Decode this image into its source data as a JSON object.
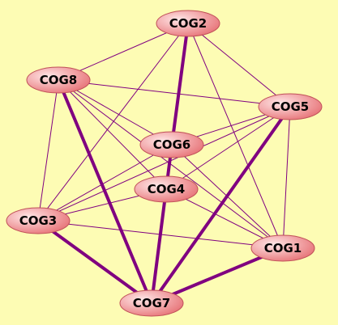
{
  "colors": {
    "background": "#FDFCB4",
    "edge": "#800080",
    "node_fill_light": "#FFE6E6",
    "node_fill_dark": "#E8787C",
    "node_stroke": "#C05058"
  },
  "nodes": [
    {
      "id": "COG2",
      "label": "COG2"
    },
    {
      "id": "COG8",
      "label": "COG8"
    },
    {
      "id": "COG5",
      "label": "COG5"
    },
    {
      "id": "COG6",
      "label": "COG6"
    },
    {
      "id": "COG4",
      "label": "COG4"
    },
    {
      "id": "COG3",
      "label": "COG3"
    },
    {
      "id": "COG1",
      "label": "COG1"
    },
    {
      "id": "COG7",
      "label": "COG7"
    }
  ],
  "edges": [
    {
      "source": "COG2",
      "target": "COG8",
      "strong": false
    },
    {
      "source": "COG2",
      "target": "COG5",
      "strong": false
    },
    {
      "source": "COG2",
      "target": "COG6",
      "strong": true
    },
    {
      "source": "COG2",
      "target": "COG3",
      "strong": false
    },
    {
      "source": "COG2",
      "target": "COG1",
      "strong": false
    },
    {
      "source": "COG8",
      "target": "COG5",
      "strong": false
    },
    {
      "source": "COG8",
      "target": "COG6",
      "strong": false
    },
    {
      "source": "COG8",
      "target": "COG4",
      "strong": false
    },
    {
      "source": "COG8",
      "target": "COG3",
      "strong": false
    },
    {
      "source": "COG8",
      "target": "COG1",
      "strong": false
    },
    {
      "source": "COG8",
      "target": "COG7",
      "strong": true
    },
    {
      "source": "COG5",
      "target": "COG6",
      "strong": false
    },
    {
      "source": "COG5",
      "target": "COG4",
      "strong": false
    },
    {
      "source": "COG5",
      "target": "COG3",
      "strong": false
    },
    {
      "source": "COG5",
      "target": "COG1",
      "strong": false
    },
    {
      "source": "COG5",
      "target": "COG7",
      "strong": true
    },
    {
      "source": "COG6",
      "target": "COG4",
      "strong": true
    },
    {
      "source": "COG6",
      "target": "COG3",
      "strong": false
    },
    {
      "source": "COG6",
      "target": "COG1",
      "strong": false
    },
    {
      "source": "COG4",
      "target": "COG3",
      "strong": false
    },
    {
      "source": "COG4",
      "target": "COG1",
      "strong": false
    },
    {
      "source": "COG4",
      "target": "COG7",
      "strong": true
    },
    {
      "source": "COG3",
      "target": "COG1",
      "strong": false
    },
    {
      "source": "COG3",
      "target": "COG7",
      "strong": true
    },
    {
      "source": "COG1",
      "target": "COG7",
      "strong": true
    }
  ]
}
